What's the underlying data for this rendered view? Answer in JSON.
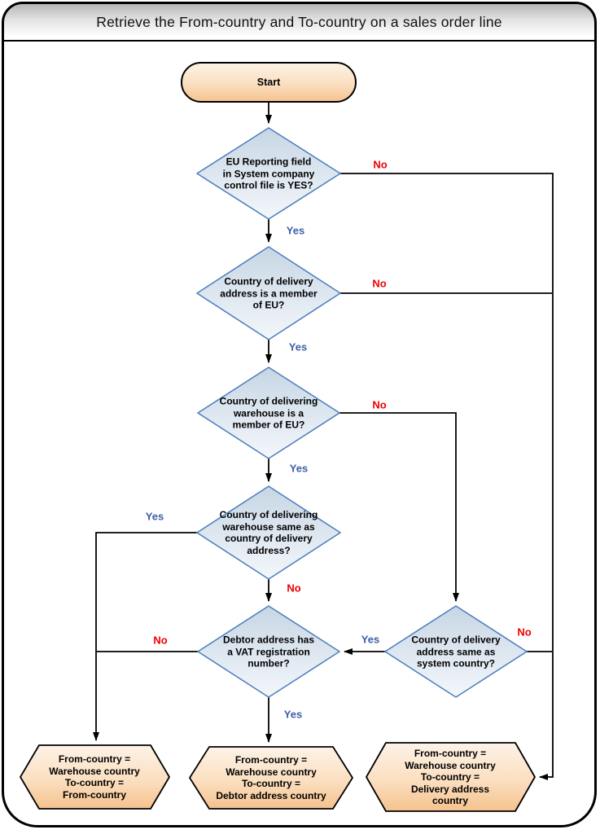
{
  "title": "Retrieve the From-country and To-country on a sales order line",
  "start": {
    "label": "Start"
  },
  "decisions": {
    "eu_reporting": {
      "text": "EU Reporting field\nin System company\ncontrol file is YES?"
    },
    "delivery_eu": {
      "text": "Country of delivery\naddress is a member\nof EU?"
    },
    "warehouse_eu": {
      "text": "Country of delivering\nwarehouse is a\nmember of EU?"
    },
    "warehouse_same": {
      "text": "Country of delivering\nwarehouse same as\ncountry of delivery\naddress?"
    },
    "vat_number": {
      "text": "Debtor address has\na VAT registration\nnumber?"
    },
    "delivery_system": {
      "text": "Country of delivery\naddress same as\nsystem country?"
    }
  },
  "outputs": {
    "left": {
      "text": "From-country =\nWarehouse country\nTo-country =\nFrom-country"
    },
    "middle": {
      "text": "From-country =\nWarehouse country\nTo-country =\nDebtor address country"
    },
    "right": {
      "text": "From-country =\nWarehouse country\nTo-country =\nDelivery address\ncountry"
    }
  },
  "edge_labels": {
    "eu_reporting_no": "No",
    "eu_reporting_yes": "Yes",
    "delivery_eu_no": "No",
    "delivery_eu_yes": "Yes",
    "warehouse_eu_no": "No",
    "warehouse_eu_yes": "Yes",
    "warehouse_same_yes": "Yes",
    "warehouse_same_no": "No",
    "vat_number_no": "No",
    "vat_number_yes": "Yes",
    "delivery_system_yes": "Yes",
    "delivery_system_no": "No"
  },
  "colors": {
    "yes_label": "#3c5fa7",
    "no_label": "#ee0000",
    "diamond_border": "#4f81bd",
    "diamond_fill_top": "#c7d6e4",
    "diamond_fill_bottom": "#f3f7fb",
    "terminal_fill_top": "#fdf3e7",
    "terminal_fill_bottom": "#f5c28e",
    "connector": "#000000"
  }
}
